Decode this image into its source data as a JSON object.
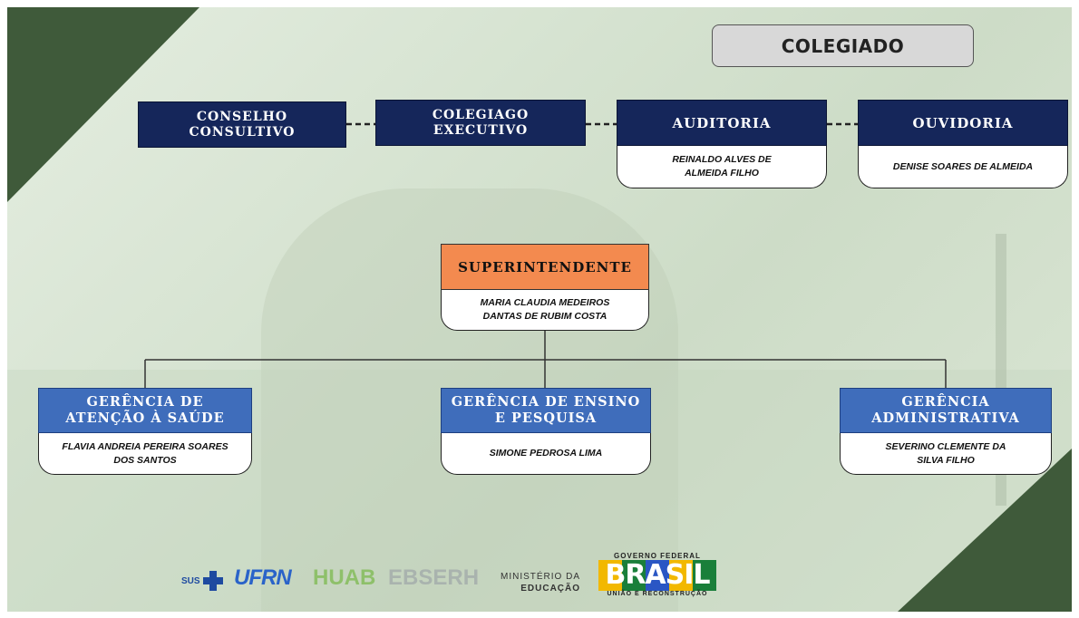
{
  "header": {
    "colegiado": "COLEGIADO"
  },
  "top_row": [
    {
      "title": "CONSELHO CONSULTIVO",
      "name": ""
    },
    {
      "title": "COLEGIAGO EXECUTIVO",
      "name": ""
    },
    {
      "title": "AUDITORIA",
      "name": "REINALDO ALVES DE ALMEIDA FILHO"
    },
    {
      "title": "OUVIDORIA",
      "name": "DENISE SOARES DE ALMEIDA"
    }
  ],
  "superintendent": {
    "title": "SUPERINTENDENTE",
    "name": "MARIA CLAUDIA MEDEIROS DANTAS DE RUBIM COSTA"
  },
  "managers": [
    {
      "title": "GERÊNCIA DE ATENÇÃO À SAÚDE",
      "name": "FLAVIA ANDREIA PEREIRA SOARES DOS SANTOS"
    },
    {
      "title": "GERÊNCIA DE ENSINO E PESQUISA",
      "name": "SIMONE PEDROSA LIMA"
    },
    {
      "title": "GERÊNCIA ADMINISTRATIVA",
      "name": "SEVERINO CLEMENTE DA SILVA FILHO"
    }
  ],
  "footer": {
    "sus": "SUS",
    "ufrn": "UFRN",
    "huab": "HUAB",
    "ebserh": "EBSERH",
    "ministerio_line1": "MINISTÉRIO DA",
    "ministerio_line2": "EDUCAÇÃO",
    "governo": "GOVERNO FEDERAL",
    "brasil": "BRASIL",
    "uniao": "UNIÃO E RECONSTRUÇÃO"
  },
  "colors": {
    "navy": "#15265a",
    "blue": "#3f6dbb",
    "orange": "#f38a4f",
    "corner_green": "#3f5a3a"
  }
}
